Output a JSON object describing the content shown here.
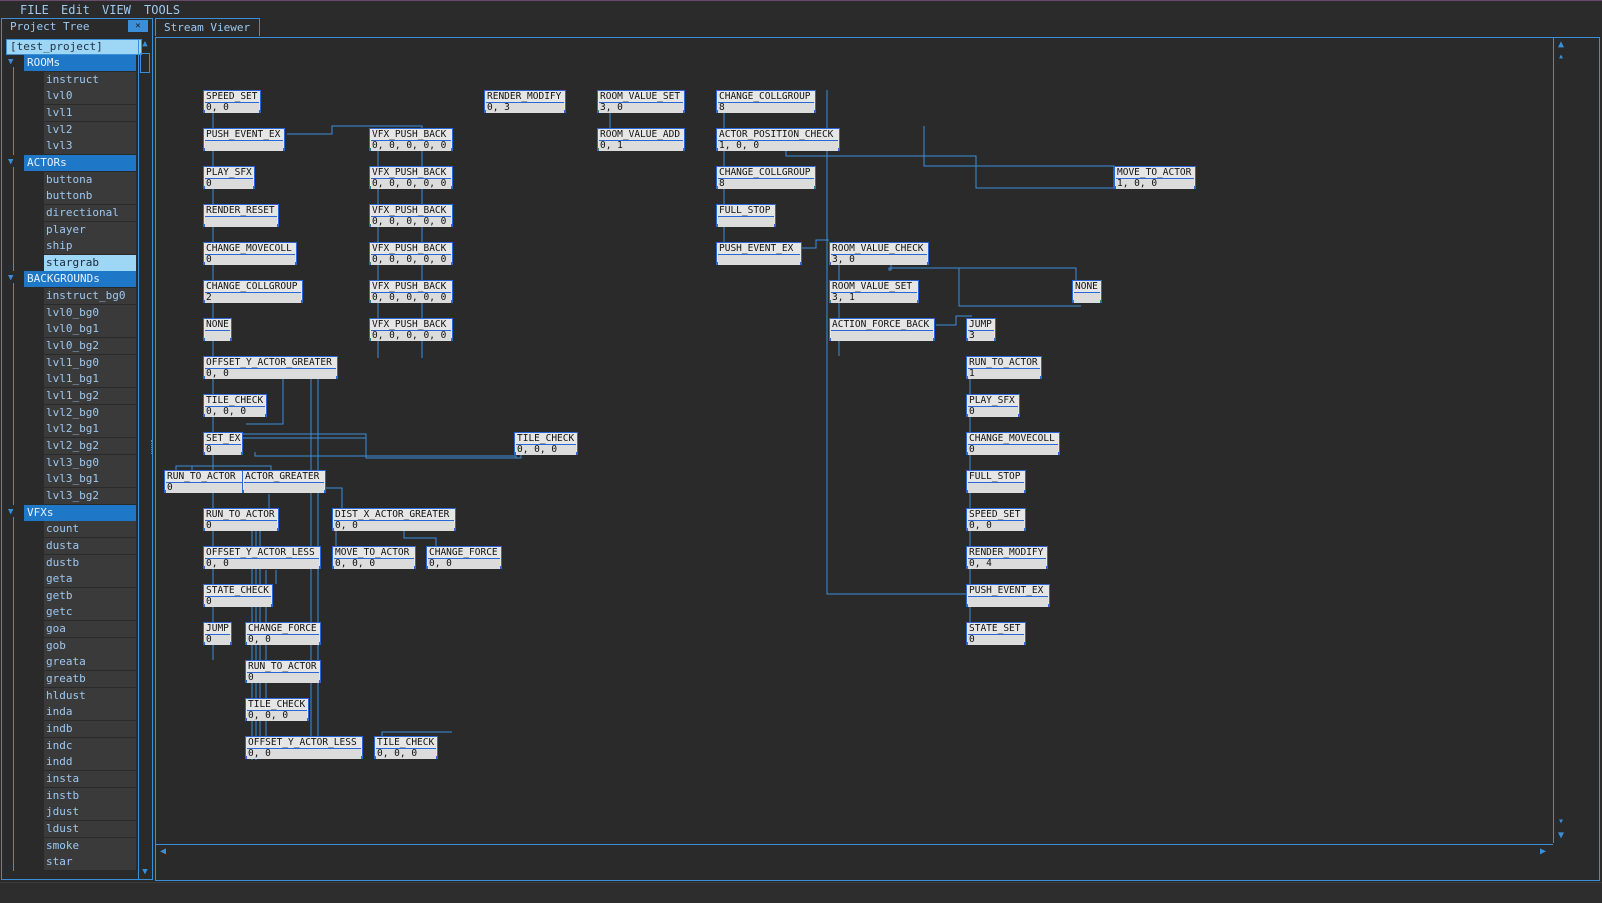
{
  "menu": [
    "FILE",
    "Edit",
    "VIEW",
    "TOOLS"
  ],
  "tree": {
    "title": "Project Tree",
    "close_label": "",
    "root": "[test_project]",
    "groups": [
      {
        "label": "ROOMs",
        "items": [
          "instruct",
          "lvl0",
          "lvl1",
          "lvl2",
          "lvl3"
        ]
      },
      {
        "label": "ACTORs",
        "items": [
          "buttona",
          "buttonb",
          "directional",
          "player",
          "ship",
          "stargrab"
        ],
        "selected": "stargrab"
      },
      {
        "label": "BACKGROUNDs",
        "items": [
          "instruct_bg0",
          "lvl0_bg0",
          "lvl0_bg1",
          "lvl0_bg2",
          "lvl1_bg0",
          "lvl1_bg1",
          "lvl1_bg2",
          "lvl2_bg0",
          "lvl2_bg1",
          "lvl2_bg2",
          "lvl3_bg0",
          "lvl3_bg1",
          "lvl3_bg2"
        ]
      },
      {
        "label": "VFXs",
        "items": [
          "count",
          "dusta",
          "dustb",
          "geta",
          "getb",
          "getc",
          "goa",
          "gob",
          "greata",
          "greatb",
          "hldust",
          "inda",
          "indb",
          "indc",
          "indd",
          "insta",
          "instb",
          "jdust",
          "ldust",
          "smoke",
          "star"
        ]
      }
    ]
  },
  "tab_label": "Stream Viewer",
  "colors": {
    "accent": "#3b8fd8",
    "node_bg": "#e6e6e6",
    "node_border": "#2b66d9",
    "edge": "#3b8fd8",
    "selected": "#9ed6f5"
  },
  "nodes": [
    {
      "t": "SPEED_SET",
      "a": "0, 0"
    },
    {
      "t": "PUSH_EVENT_EX",
      "a": ""
    },
    {
      "t": "PLAY_SFX",
      "a": "0"
    },
    {
      "t": "RENDER_RESET",
      "a": ""
    },
    {
      "t": "CHANGE_MOVECOLL",
      "a": "0"
    },
    {
      "t": "CHANGE_COLLGROUP",
      "a": "2"
    },
    {
      "t": "NONE",
      "a": ""
    },
    {
      "t": "OFFSET_Y_ACTOR_GREATER",
      "a": "0, 0"
    },
    {
      "t": "TILE_CHECK",
      "a": "0, 0, 0"
    },
    {
      "t": "SET_EX",
      "a": "0"
    },
    {
      "t": "RUN_TO_ACTOR",
      "a": "0"
    },
    {
      "t": "ACTOR_GREATER",
      "a": ""
    },
    {
      "t": "RUN_TO_ACTOR",
      "a": "0"
    },
    {
      "t": "DIST_X_ACTOR_GREATER",
      "a": "0, 0"
    },
    {
      "t": "OFFSET_Y_ACTOR_LESS",
      "a": "0, 0"
    },
    {
      "t": "MOVE_TO_ACTOR",
      "a": "0, 0, 0"
    },
    {
      "t": "CHANGE_FORCE",
      "a": "0, 0"
    },
    {
      "t": "STATE_CHECK",
      "a": "0"
    },
    {
      "t": "JUMP",
      "a": "0"
    },
    {
      "t": "CHANGE_FORCE",
      "a": "0, 0"
    },
    {
      "t": "RUN_TO_ACTOR",
      "a": "0"
    },
    {
      "t": "TILE_CHECK",
      "a": "0, 0, 0"
    },
    {
      "t": "OFFSET_Y_ACTOR_LESS",
      "a": "0, 0"
    },
    {
      "t": "TILE_CHECK",
      "a": "0, 0, 0"
    },
    {
      "t": "TILE_CHECK",
      "a": "0, 0, 0"
    },
    {
      "t": "VFX_PUSH_BACK",
      "a": "0, 0, 0, 0, 0"
    },
    {
      "t": "VFX_PUSH_BACK",
      "a": "0, 0, 0, 0, 0"
    },
    {
      "t": "VFX_PUSH_BACK",
      "a": "0, 0, 0, 0, 0"
    },
    {
      "t": "VFX_PUSH_BACK",
      "a": "0, 0, 0, 0, 0"
    },
    {
      "t": "VFX_PUSH_BACK",
      "a": "0, 0, 0, 0, 0"
    },
    {
      "t": "VFX_PUSH_BACK",
      "a": "0, 0, 0, 0, 0"
    },
    {
      "t": "RENDER_MODIFY",
      "a": "0, 3"
    },
    {
      "t": "ROOM_VALUE_SET",
      "a": "3, 0"
    },
    {
      "t": "ROOM_VALUE_ADD",
      "a": "0, 1"
    },
    {
      "t": "CHANGE_COLLGROUP",
      "a": "8"
    },
    {
      "t": "ACTOR_POSITION_CHECK",
      "a": "1, 0, 0"
    },
    {
      "t": "CHANGE_COLLGROUP",
      "a": "8"
    },
    {
      "t": "FULL_STOP",
      "a": ""
    },
    {
      "t": "PUSH_EVENT_EX",
      "a": ""
    },
    {
      "t": "MOVE_TO_ACTOR",
      "a": "1, 0, 0"
    },
    {
      "t": "ROOM_VALUE_CHECK",
      "a": "3, 0"
    },
    {
      "t": "ROOM_VALUE_SET",
      "a": "3, 1"
    },
    {
      "t": "ACTION_FORCE_BACK",
      "a": ""
    },
    {
      "t": "NONE",
      "a": ""
    },
    {
      "t": "JUMP",
      "a": "3"
    },
    {
      "t": "RUN_TO_ACTOR",
      "a": "1"
    },
    {
      "t": "PLAY_SFX",
      "a": "0"
    },
    {
      "t": "CHANGE_MOVECOLL",
      "a": "0"
    },
    {
      "t": "FULL_STOP",
      "a": ""
    },
    {
      "t": "SPEED_SET",
      "a": "0, 0"
    },
    {
      "t": "RENDER_MODIFY",
      "a": "0, 4"
    },
    {
      "t": "PUSH_EVENT_EX",
      "a": ""
    },
    {
      "t": "STATE_SET",
      "a": "0"
    }
  ]
}
